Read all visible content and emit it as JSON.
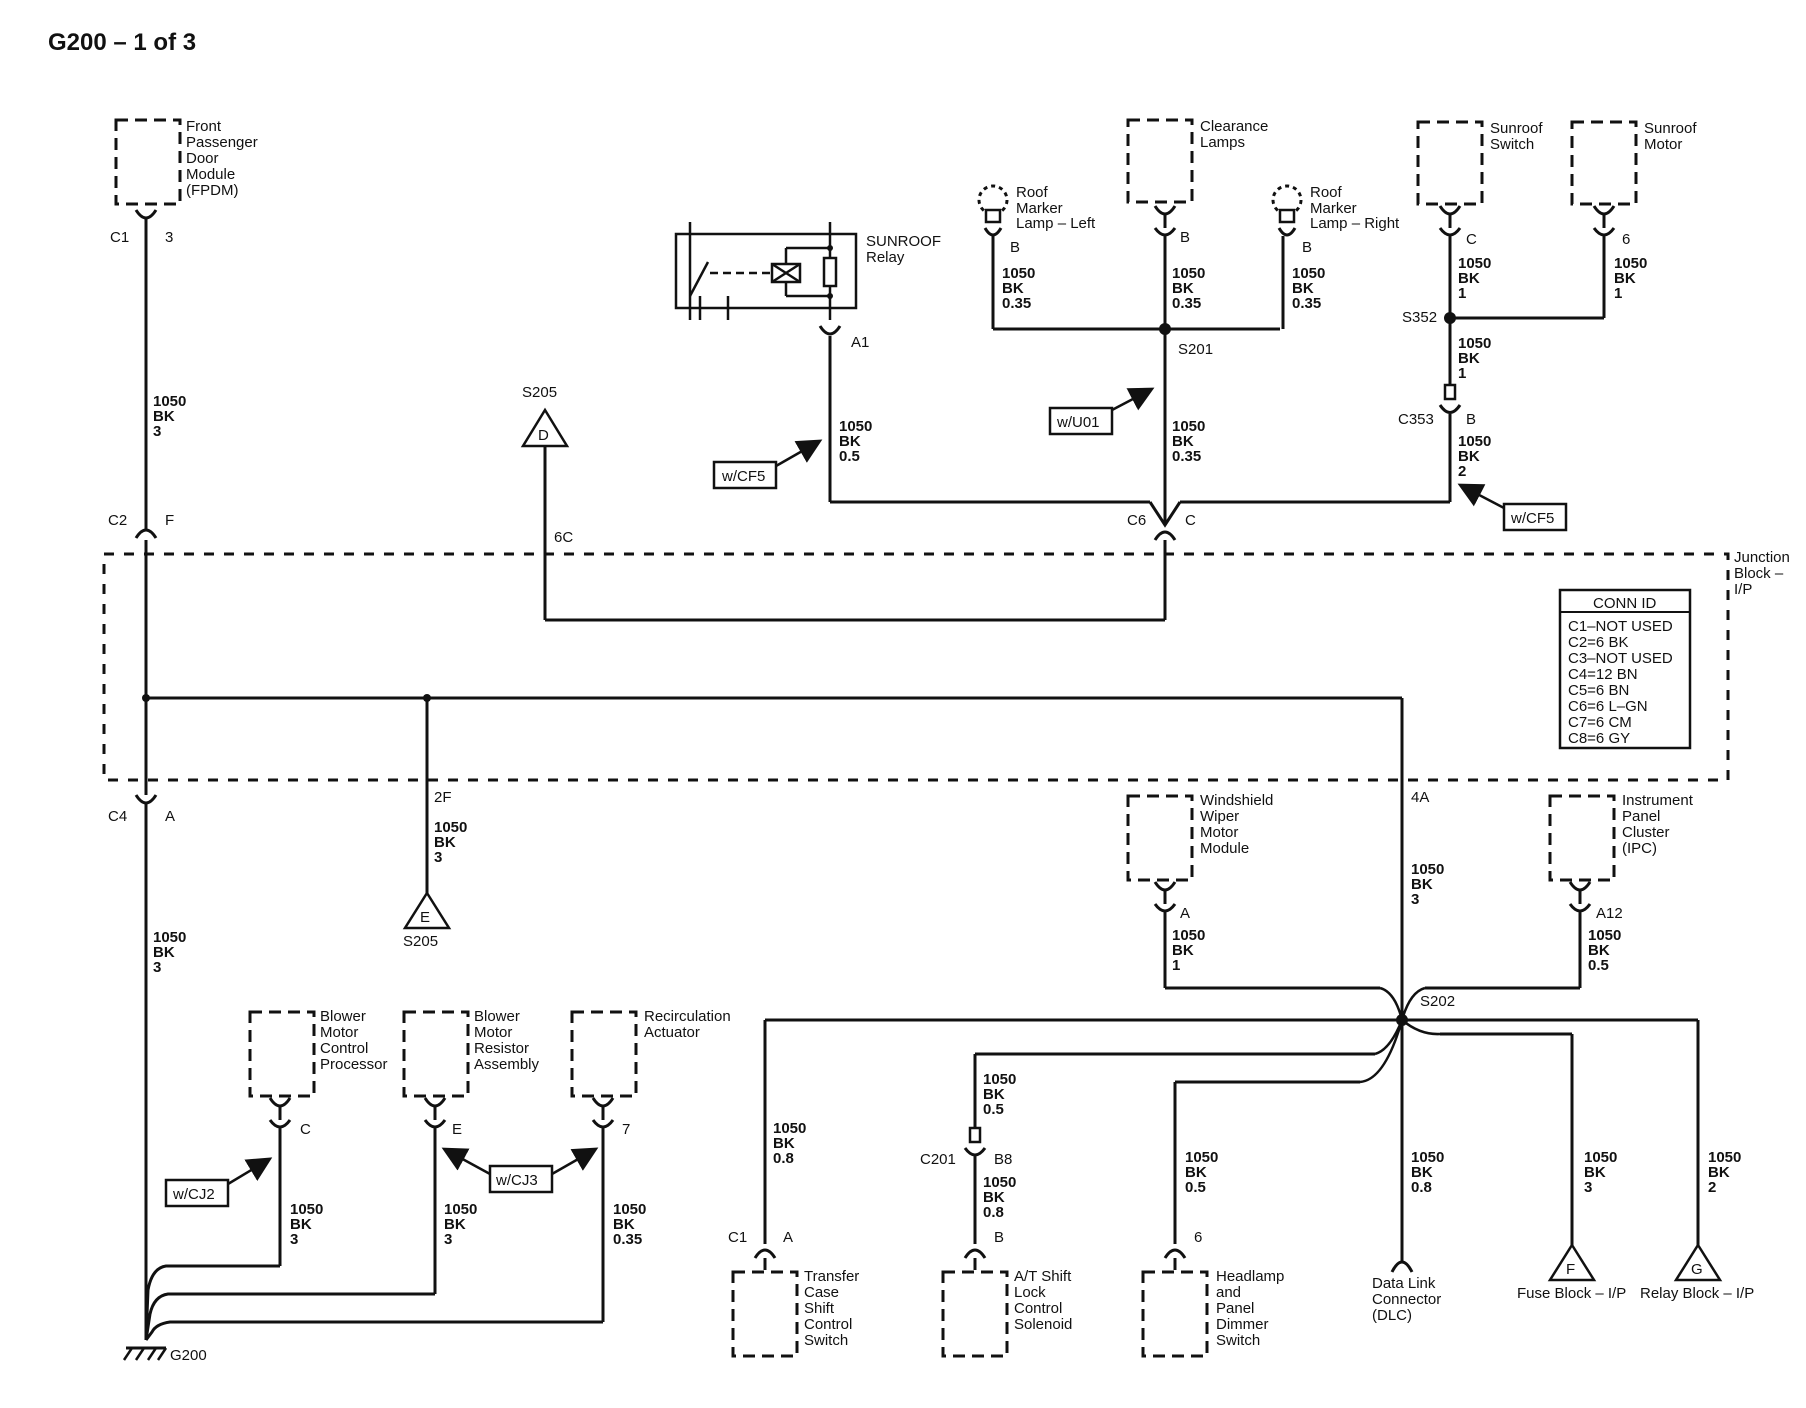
{
  "title": "G200 – 1 of 3",
  "components": {
    "fpdm": [
      "Front",
      "Passenger",
      "Door",
      "Module",
      "(FPDM)"
    ],
    "sunroof_relay": [
      "SUNROOF",
      "Relay"
    ],
    "clearance_lamps": [
      "Clearance",
      "Lamps"
    ],
    "roof_lamp_left": [
      "Roof",
      "Marker",
      "Lamp – Left"
    ],
    "roof_lamp_right": [
      "Roof",
      "Marker",
      "Lamp – Right"
    ],
    "sunroof_switch": [
      "Sunroof",
      "Switch"
    ],
    "sunroof_motor": [
      "Sunroof",
      "Motor"
    ],
    "junction_block": [
      "Junction",
      "Block –",
      "I/P"
    ],
    "wiper_module": [
      "Windshield",
      "Wiper",
      "Motor",
      "Module"
    ],
    "ipc": [
      "Instrument",
      "Panel",
      "Cluster",
      "(IPC)"
    ],
    "blower_processor": [
      "Blower",
      "Motor",
      "Control",
      "Processor"
    ],
    "blower_resistor": [
      "Blower",
      "Motor",
      "Resistor",
      "Assembly"
    ],
    "recirc_actuator": [
      "Recirculation",
      "Actuator"
    ],
    "transfer_case": [
      "Transfer",
      "Case",
      "Shift",
      "Control",
      "Switch"
    ],
    "at_shift_lock": [
      "A/T Shift",
      "Lock",
      "Control",
      "Solenoid"
    ],
    "headlamp_dimmer": [
      "Headlamp",
      "and",
      "Panel",
      "Dimmer",
      "Switch"
    ],
    "dlc": [
      "Data Link",
      "Connector",
      "(DLC)"
    ],
    "fuse_block": "Fuse Block – I/P",
    "relay_block": "Relay Block – I/P",
    "ground": "G200"
  },
  "conn_id": {
    "header": "CONN ID",
    "rows": [
      "C1–NOT USED",
      "C2=6 BK",
      "C3–NOT USED",
      "C4=12 BN",
      "C5=6 BN",
      "C6=6 L–GN",
      "C7=6 CM",
      "C8=6 GY"
    ]
  },
  "option_tags": {
    "cf5_relay": "w/CF5",
    "u01": "w/U01",
    "cf5_sunroof": "w/CF5",
    "cj2": "w/CJ2",
    "cj3": "w/CJ3"
  },
  "offpage": {
    "d_letter": "D",
    "d_label": "S205",
    "e_letter": "E",
    "e_label": "S205",
    "f_letter": "F",
    "g_letter": "G"
  },
  "splices": {
    "s201": "S201",
    "s352": "S352",
    "s202": "S202"
  },
  "connectors": {
    "fpdm_conn": "C1",
    "fpdm_pin": "3",
    "c2_conn": "C2",
    "c2_pin": "F",
    "c4_conn": "C4",
    "c4_pin": "A",
    "relay_pin": "A1",
    "c6_conn": "C6",
    "c6_pin": "C",
    "lamp_left_pin": "B",
    "clearance_pin": "B",
    "lamp_right_pin": "B",
    "sw_pin": "C",
    "motor_pin": "6",
    "c353_conn": "C353",
    "c353_pin": "B",
    "jb_6c": "6C",
    "jb_2f": "2F",
    "jb_4a": "4A",
    "wiper_pin": "A",
    "ipc_pin": "A12",
    "blower_proc_pin": "C",
    "blower_res_pin": "E",
    "recirc_pin": "7",
    "tc_conn": "C1",
    "tc_pin": "A",
    "c201_conn": "C201",
    "c201_pin": "B8",
    "at_pin": "B",
    "hd_pin": "6"
  },
  "wires": {
    "fpdm": [
      "1050",
      "BK",
      "3"
    ],
    "relay": [
      "1050",
      "BK",
      "0.5"
    ],
    "lamp_left": [
      "1050",
      "BK",
      "0.35"
    ],
    "clearance": [
      "1050",
      "BK",
      "0.35"
    ],
    "lamp_right": [
      "1050",
      "BK",
      "0.35"
    ],
    "s201_down": [
      "1050",
      "BK",
      "0.35"
    ],
    "sw": [
      "1050",
      "BK",
      "1"
    ],
    "motor": [
      "1050",
      "BK",
      "1"
    ],
    "s352_down": [
      "1050",
      "BK",
      "1"
    ],
    "c353_down": [
      "1050",
      "BK",
      "2"
    ],
    "jb_2f": [
      "1050",
      "BK",
      "3"
    ],
    "c4_down": [
      "1050",
      "BK",
      "3"
    ],
    "jb_4a": [
      "1050",
      "BK",
      "3"
    ],
    "wiper": [
      "1050",
      "BK",
      "1"
    ],
    "ipc": [
      "1050",
      "BK",
      "0.5"
    ],
    "blower_proc": [
      "1050",
      "BK",
      "3"
    ],
    "blower_res": [
      "1050",
      "BK",
      "3"
    ],
    "recirc": [
      "1050",
      "BK",
      "0.35"
    ],
    "tc": [
      "1050",
      "BK",
      "0.8"
    ],
    "c201_up": [
      "1050",
      "BK",
      "0.5"
    ],
    "c201_down": [
      "1050",
      "BK",
      "0.8"
    ],
    "hd": [
      "1050",
      "BK",
      "0.5"
    ],
    "dlc": [
      "1050",
      "BK",
      "0.8"
    ],
    "fuse": [
      "1050",
      "BK",
      "3"
    ],
    "relay_blk": [
      "1050",
      "BK",
      "2"
    ]
  }
}
